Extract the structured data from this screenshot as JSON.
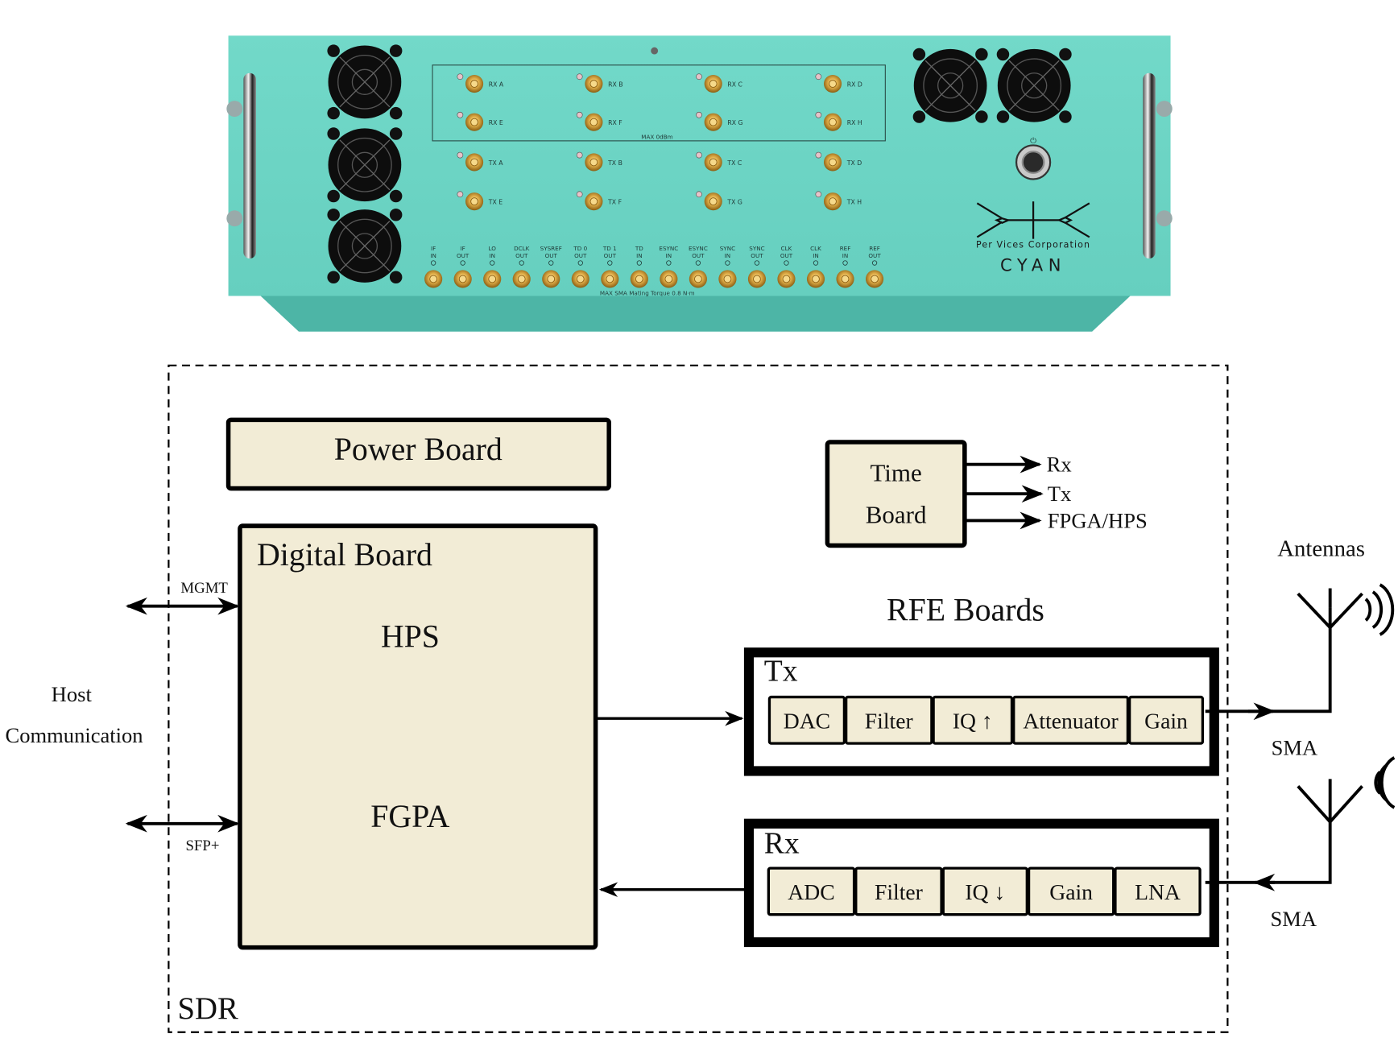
{
  "device": {
    "brand": "Per Vices Corporation",
    "model": "CYAN",
    "rx_ports": [
      "RX A",
      "RX B",
      "RX C",
      "RX D",
      "RX E",
      "RX F",
      "RX G",
      "RX H"
    ],
    "tx_ports": [
      "TX A",
      "TX B",
      "TX C",
      "TX D",
      "TX E",
      "TX F",
      "TX G",
      "TX H"
    ],
    "rx_max_label": "MAX 0dBm",
    "aux_ports": [
      {
        "top": "IF",
        "bottom": "IN"
      },
      {
        "top": "IF",
        "bottom": "OUT"
      },
      {
        "top": "LO",
        "bottom": "IN"
      },
      {
        "top": "DCLK",
        "bottom": "OUT"
      },
      {
        "top": "SYSREF",
        "bottom": "OUT"
      },
      {
        "top": "TD 0",
        "bottom": "OUT"
      },
      {
        "top": "TD 1",
        "bottom": "OUT"
      },
      {
        "top": "TD",
        "bottom": "IN"
      },
      {
        "top": "ESYNC",
        "bottom": "IN"
      },
      {
        "top": "ESYNC",
        "bottom": "OUT"
      },
      {
        "top": "SYNC",
        "bottom": "IN"
      },
      {
        "top": "SYNC",
        "bottom": "OUT"
      },
      {
        "top": "CLK",
        "bottom": "OUT"
      },
      {
        "top": "CLK",
        "bottom": "IN"
      },
      {
        "top": "REF",
        "bottom": "IN"
      },
      {
        "top": "REF",
        "bottom": "OUT"
      }
    ],
    "torque_label": "MAX SMA Mating Torque 0.8 N·m",
    "power_symbol": "⏻",
    "colors": {
      "panel": "#6fd6c6",
      "panel_dark": "#4fb8a8",
      "connector": "#d9a53a",
      "fan": "#111111"
    }
  },
  "diagram": {
    "sdr_label": "SDR",
    "power_board": "Power Board",
    "digital_board": {
      "title": "Digital Board",
      "hps": "HPS",
      "fpga": "FGPA"
    },
    "time_board": {
      "line1": "Time",
      "line2": "Board",
      "outputs": [
        "Rx",
        "Tx",
        "FPGA/HPS"
      ]
    },
    "host": {
      "line1": "Host",
      "line2": "Communication",
      "links": [
        "MGMT",
        "SFP+"
      ]
    },
    "rfe_title": "RFE Boards",
    "tx_chain": {
      "title": "Tx",
      "blocks": [
        "DAC",
        "Filter",
        "IQ ↑",
        "Attenuator",
        "Gain"
      ]
    },
    "rx_chain": {
      "title": "Rx",
      "blocks": [
        "ADC",
        "Filter",
        "IQ ↓",
        "Gain",
        "LNA"
      ]
    },
    "antennas_label": "Antennas",
    "sma_labels": [
      "SMA",
      "SMA"
    ],
    "colors": {
      "block_fill": "#f2ecd6",
      "stroke": "#000000"
    }
  }
}
